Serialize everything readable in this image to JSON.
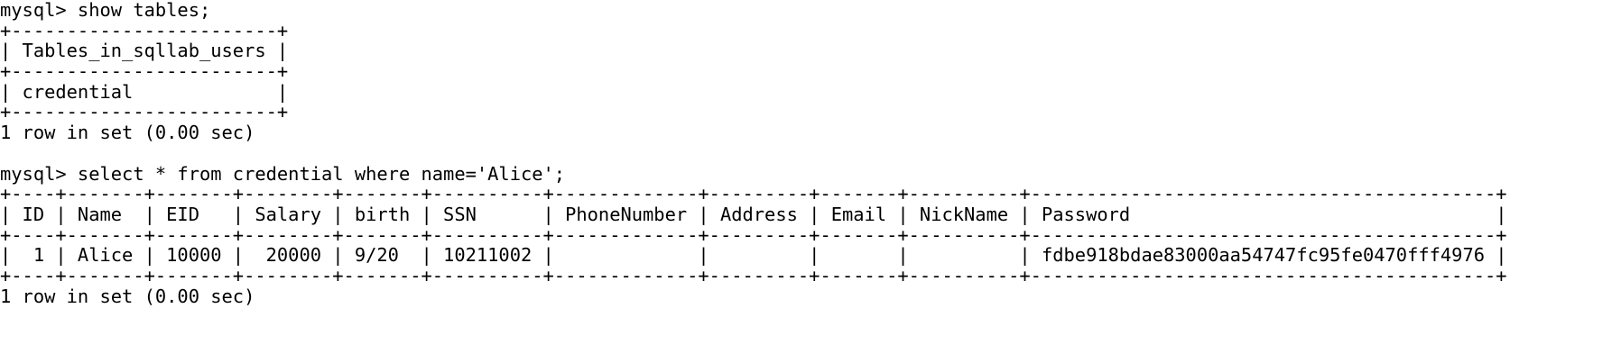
{
  "terminal": {
    "text_color": "#000000",
    "background": "#ffffff",
    "lines": [
      "mysql> show tables;",
      "+------------------------+",
      "| Tables_in_sqllab_users |",
      "+------------------------+",
      "| credential             |",
      "+------------------------+",
      "1 row in set (0.00 sec)",
      "",
      "mysql> select * from credential where name='Alice';",
      "+----+-------+-------+--------+-------+----------+-------------+---------+-------+----------+------------------------------------------+",
      "| ID | Name  | EID   | Salary | birth | SSN      | PhoneNumber | Address | Email | NickName | Password                                 |",
      "+----+-------+-------+--------+-------+----------+-------------+---------+-------+----------+------------------------------------------+",
      "|  1 | Alice | 10000 |  20000 | 9/20  | 10211002 |             |         |       |          | fdbe918bdae83000aa54747fc95fe0470fff4976 |",
      "+----+-------+-------+--------+-------+----------+-------------+---------+-------+----------+------------------------------------------+",
      "1 row in set (0.00 sec)"
    ]
  }
}
